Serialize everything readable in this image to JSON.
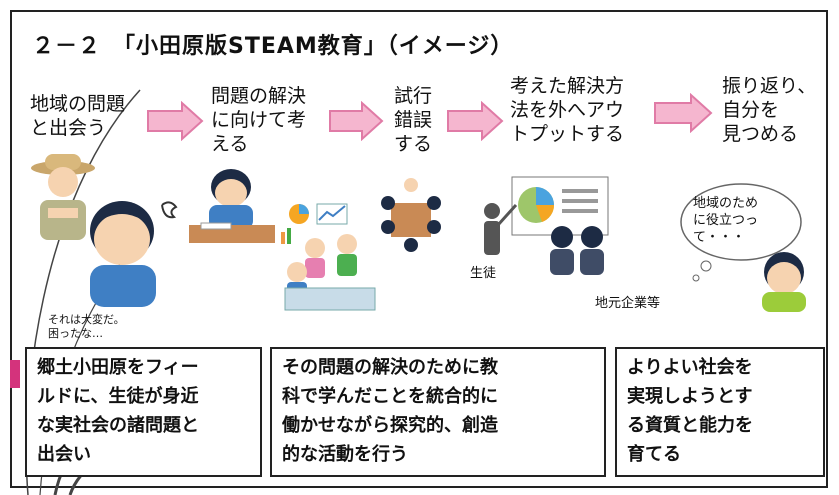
{
  "title": "２－２　「小田原版STEAM教育」（イメージ）",
  "steps": [
    "地域の問題\nと出会う",
    "問題の解決\nに向けて考\nえる",
    "試行\n錯誤\nする",
    "考えた解決方\n法を外へアウ\nトプットする",
    "振り返り、\n自分を\n見つめる"
  ],
  "labels": {
    "student": "生徒",
    "company": "地元企業等",
    "speech": "それは大変だ。\n困ったな…",
    "bubble": "地域のため\nに役立つっ\nて・・・"
  },
  "boxes": [
    "郷土小田原をフィー\nルドに、生徒が身近\nな実社会の諸問題と\n出会い",
    "その問題の解決のために教\n科で学んだことを統合的に\n働かせながら探究的、創造\n的な活動を行う",
    "よりよい社会を\n実現しようとす\nる資質と能力を\n育てる"
  ],
  "colors": {
    "arrow_fill": "#f5b6cf",
    "arrow_stroke": "#e07ba6",
    "accent": "#d4337c"
  }
}
